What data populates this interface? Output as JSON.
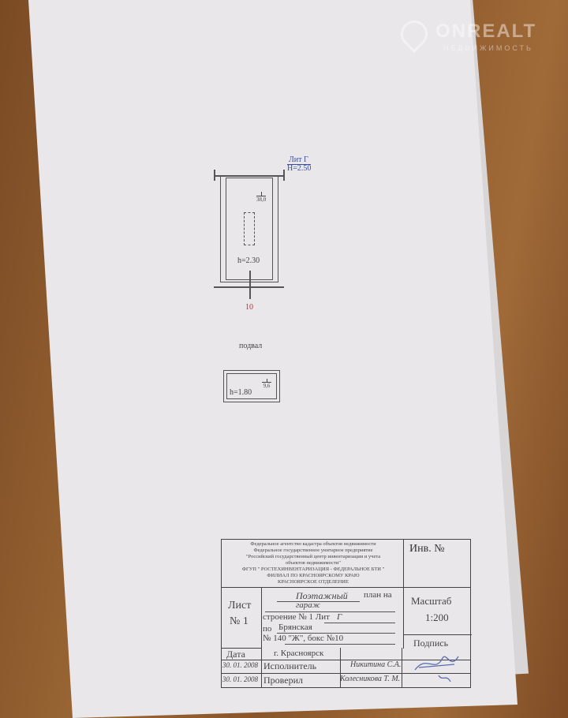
{
  "watermark": {
    "brand": "ONREALT",
    "tagline": "НЕДВИЖИМОСТЬ"
  },
  "plan": {
    "lit_label": "Лит Г",
    "height_total": "H=2.50",
    "room_area": "38,0",
    "room_height": "h=2.30",
    "room_number": "10",
    "basement_label": "подвал",
    "basement_area": "9,6",
    "basement_height": "h=1.80"
  },
  "title_block": {
    "org_lines": [
      "Федеральное агентство кадастра объектов недвижимости",
      "Федеральное государственное унитарное предприятие",
      "\"Российский государственный центр инвентаризации и учета",
      "объектов недвижимости\""
    ],
    "bti_line": "ФГУП \" РОСТЕХИНВЕНТАРИЗАЦИЯ - ФЕДЕРАЛЬНОЕ БТИ \"",
    "branch_line": "ФИЛИАЛ ПО КРАСНОЯРСКОМУ КРАЮ",
    "dept_line": "КРАСНОЯРСКОЕ ОТДЕЛЕНИЕ",
    "inv_label": "Инв. №",
    "sheet_label": "Лист",
    "sheet_number": "№ 1",
    "plan_type": "Поэтажный",
    "plan_on": "план на",
    "object": "гараж",
    "building": "строение № 1 Лит",
    "lit": "Г",
    "street_prefix": "по",
    "street": "Брянская",
    "address": "№ 140 \"Ж\", бокс №10",
    "city": "г. Красноярск",
    "scale_label": "Масштаб",
    "scale": "1:200",
    "signature_label": "Подпись",
    "date_label": "Дата",
    "rows": [
      {
        "date": "30. 01. 2008",
        "role": "Исполнитель",
        "name": "Никитина С.А."
      },
      {
        "date": "30. 01. 2008",
        "role": "Проверил",
        "name": "Колесникова Т. М."
      }
    ]
  }
}
